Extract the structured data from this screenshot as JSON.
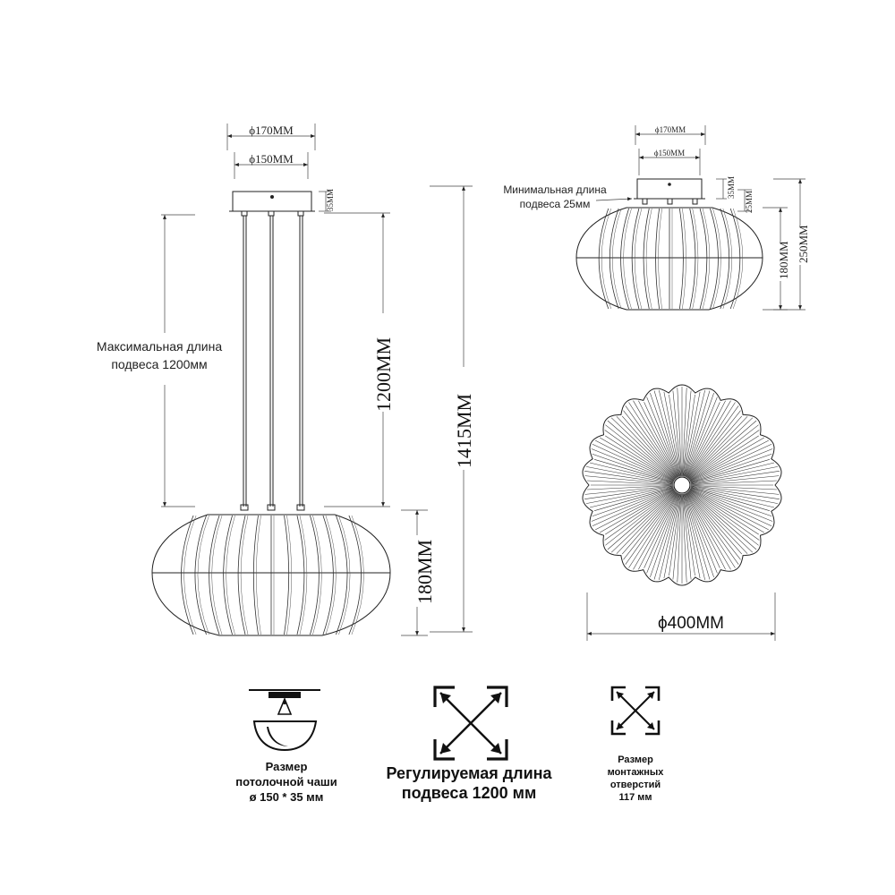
{
  "side_view": {
    "canopy_outer_diameter": "ϕ170MM",
    "canopy_inner_diameter": "ϕ150MM",
    "canopy_height": "35MM",
    "suspension_label": "1200MM",
    "total_height": "1415MM",
    "shade_height": "180MM",
    "max_length_note": [
      "Максимальная длина",
      "подвеса 1200мм"
    ]
  },
  "ceiling_view": {
    "canopy_outer_diameter": "ϕ170MM",
    "canopy_inner_diameter": "ϕ150MM",
    "canopy_height": "35MM",
    "min_offset": "25MM",
    "shade_height": "180MM",
    "total_height": "250MM",
    "min_length_note": [
      "Минимальная длина",
      "подвеса 25мм"
    ]
  },
  "top_view": {
    "diameter": "ϕ400MM"
  },
  "icons": {
    "canopy": {
      "caption": [
        "Размер",
        "потолочной чаши",
        "ø 150 * 35 мм"
      ]
    },
    "adjustable": {
      "caption": [
        "Регулируемая длина",
        "подвеса 1200 мм"
      ]
    },
    "mounting": {
      "caption": [
        "Размер",
        "монтажных",
        "отверстий",
        "117 мм"
      ]
    }
  },
  "colors": {
    "line": "#222222",
    "background": "#ffffff"
  }
}
